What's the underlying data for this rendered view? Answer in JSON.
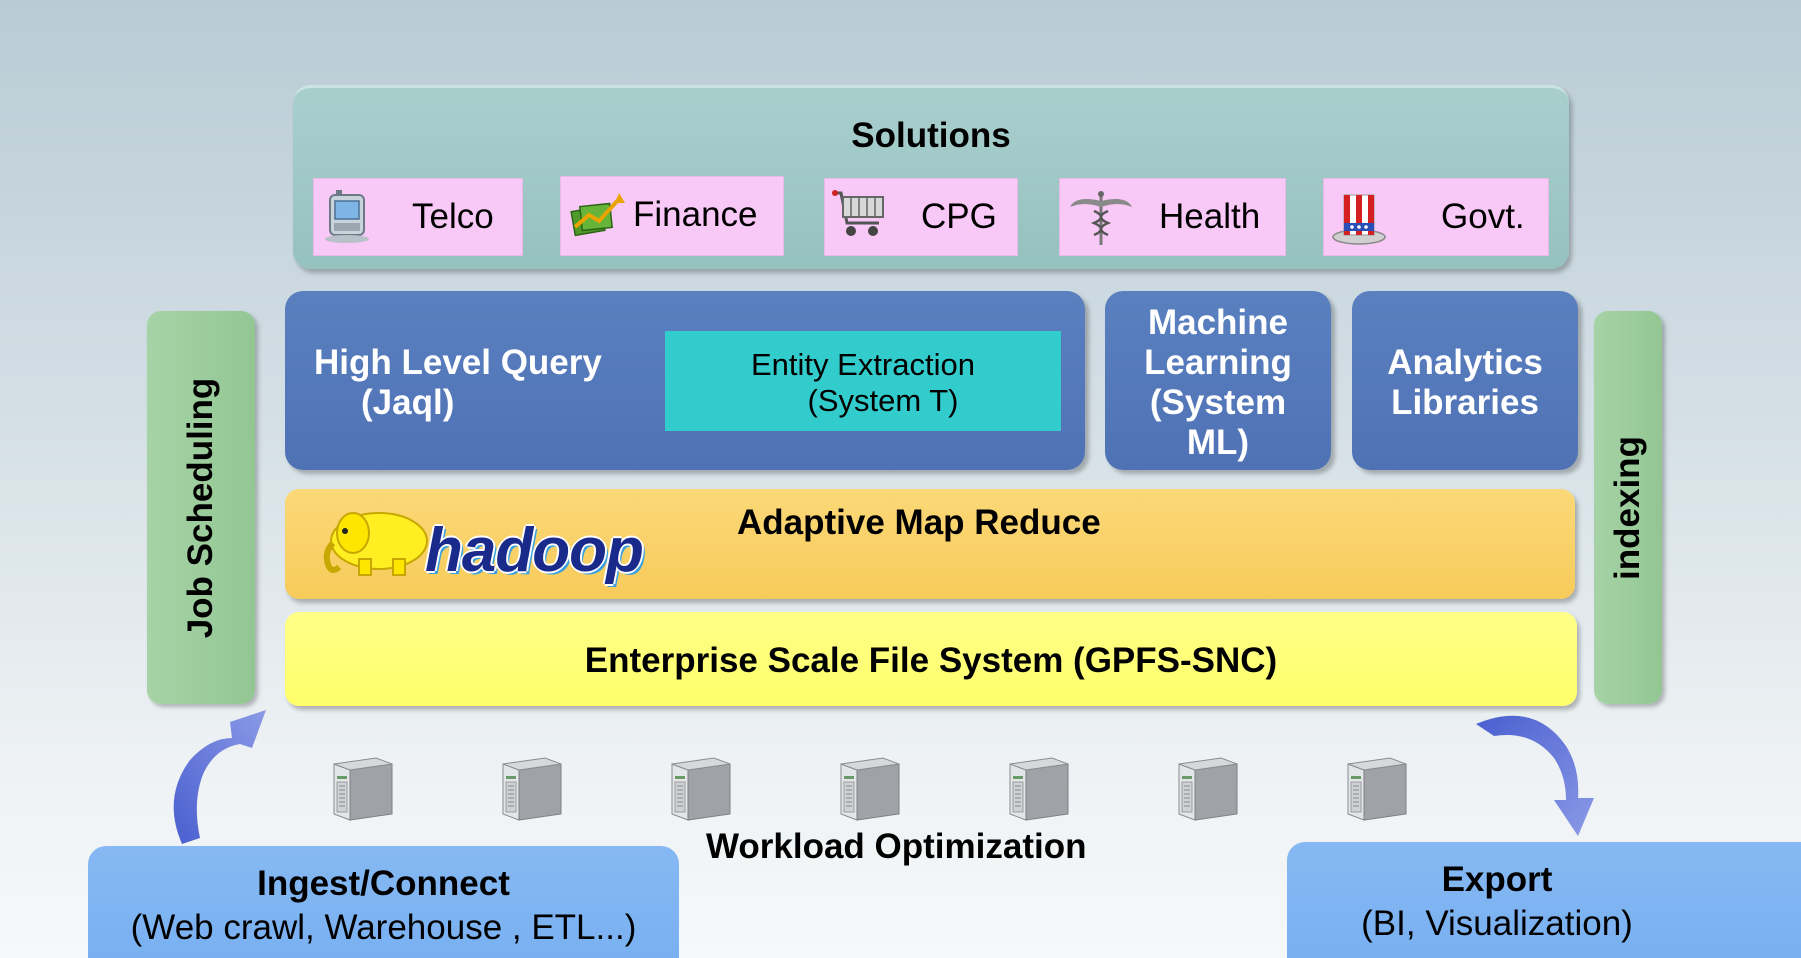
{
  "solutions": {
    "title": "Solutions",
    "items": [
      {
        "label": "Telco",
        "icon": "phone-icon"
      },
      {
        "label": "Finance",
        "icon": "money-icon"
      },
      {
        "label": "CPG",
        "icon": "shopping-cart-icon"
      },
      {
        "label": "Health",
        "icon": "caduceus-icon"
      },
      {
        "label": "Govt.",
        "icon": "uncle-sam-hat-icon"
      }
    ]
  },
  "query": {
    "line1": "High Level Query",
    "line2": "(Jaql)",
    "entity_line1": "Entity Extraction",
    "entity_line2": "(System T)"
  },
  "ml": {
    "lines": [
      "Machine",
      "Learning",
      "(System",
      "ML)"
    ]
  },
  "analytics": {
    "lines": [
      "Analytics",
      "Libraries"
    ]
  },
  "mapreduce": {
    "logo_text": "hadoop",
    "label": "Adaptive Map Reduce"
  },
  "filesystem": {
    "label": "Enterprise Scale File System (GPFS-SNC)"
  },
  "side": {
    "left": "Job Scheduling",
    "right": "indexing"
  },
  "workload": {
    "label": "Workload Optimization",
    "server_count": 7
  },
  "ingest": {
    "title": "Ingest/Connect",
    "subtitle": "(Web crawl, Warehouse , ETL...)"
  },
  "export": {
    "title": "Export",
    "subtitle": "(BI, Visualization)"
  },
  "colors": {
    "solutions": "#9fc8c6",
    "tile": "#f8c8f6",
    "blue_layer": "#5577b8",
    "entity": "#33cccc",
    "mapreduce": "#f9cf62",
    "filesystem": "#ffff77",
    "side_bar": "#9ccc9c",
    "io_box": "#7db3f1",
    "arrow": "#5b6fd6"
  }
}
